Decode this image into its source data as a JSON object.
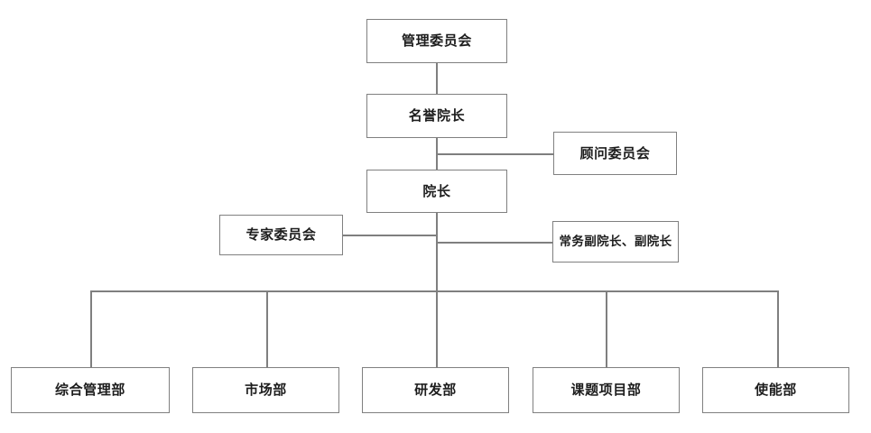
{
  "diagram": {
    "title": "organization-chart",
    "background_color": "#ffffff",
    "box_border_color": "#808080",
    "connector_color": "#7f7f7f",
    "text_color": "#1d1d1d",
    "nodes": {
      "management_committee": "管理委员会",
      "honorary_dean": "名誉院长",
      "advisory_committee": "顾问委员会",
      "dean": "院长",
      "expert_committee": "专家委员会",
      "vice_deans": "常务副院长、副院长",
      "dept_general_management": "综合管理部",
      "dept_marketing": "市场部",
      "dept_rnd": "研发部",
      "dept_project": "课题项目部",
      "dept_enablement": "使能部"
    }
  }
}
